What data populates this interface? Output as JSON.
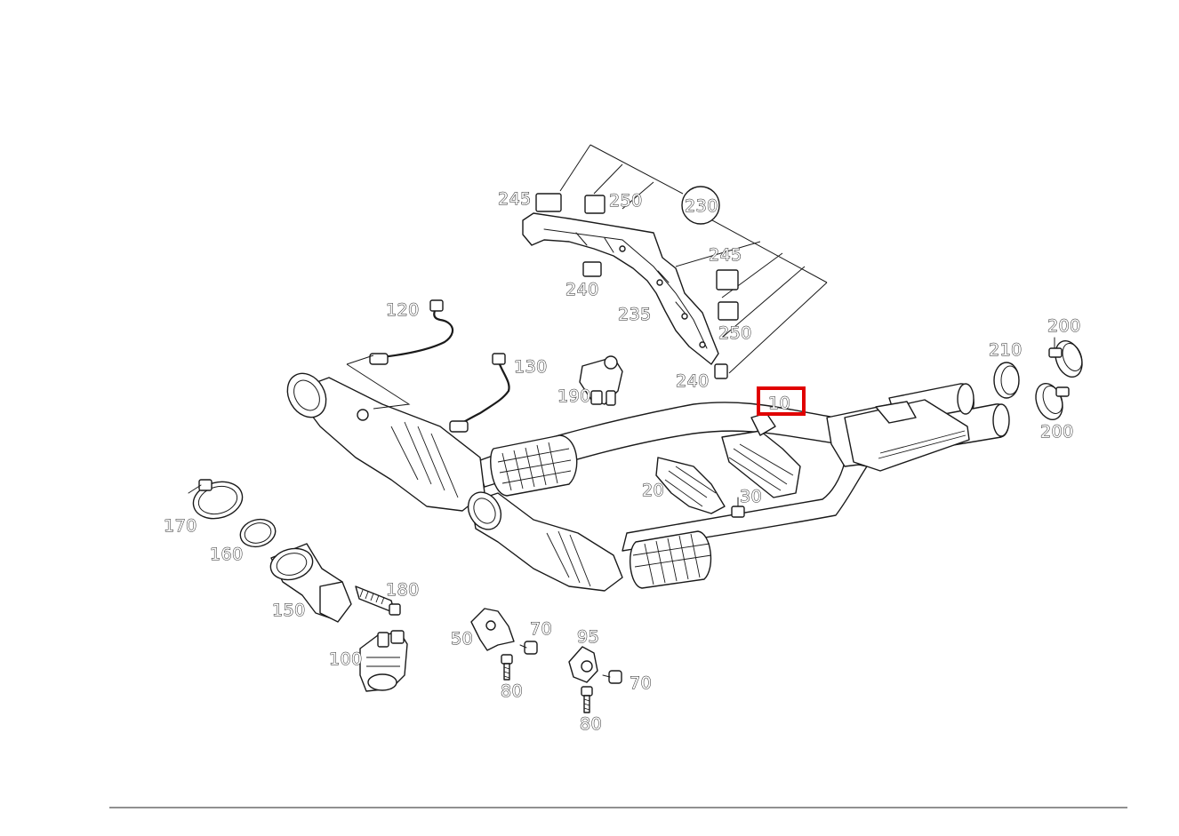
{
  "highlight": {
    "label": "10",
    "color": "#e00000"
  },
  "callouts": {
    "c245a": "245",
    "c245b": "245",
    "c250a": "250",
    "c250b": "250",
    "c230": "230",
    "c240a": "240",
    "c240b": "240",
    "c235": "235",
    "c120": "120",
    "c130": "130",
    "c190": "190",
    "c210": "210",
    "c200a": "200",
    "c200b": "200",
    "c20": "20",
    "c30": "30",
    "c170": "170",
    "c160": "160",
    "c150": "150",
    "c180": "180",
    "c100": "100",
    "c50": "50",
    "c70a": "70",
    "c70b": "70",
    "c80a": "80",
    "c80b": "80",
    "c95": "95"
  }
}
